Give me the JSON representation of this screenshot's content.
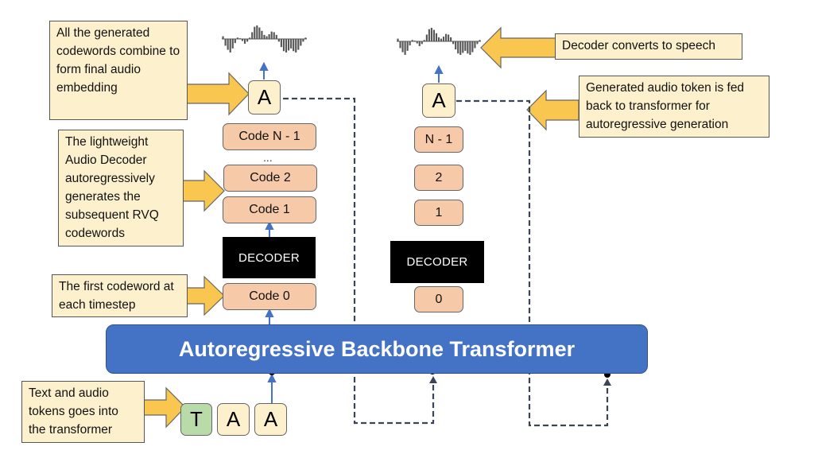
{
  "notes": {
    "combine": "All the generated codewords combine to form final audio embedding",
    "lightweight": "The lightweight Audio Decoder autoregressively generates the subsequent RVQ codewords",
    "first": "The first codeword at each timestep",
    "input": "Text and audio tokens goes into the transformer",
    "speech": "Decoder converts to speech",
    "feedback": "Generated audio token is fed back to transformer for autoregressive generation"
  },
  "left_stack": {
    "audio_token": "A",
    "codes": [
      "Code N - 1",
      "...",
      "Code 2",
      "Code 1"
    ],
    "decoder": "DECODER",
    "code0": "Code 0"
  },
  "right_stack": {
    "audio_token": "A",
    "codes": [
      "N - 1",
      "2",
      "1"
    ],
    "decoder": "DECODER",
    "code0": "0"
  },
  "backbone": "Autoregressive Backbone Transformer",
  "input_tokens": [
    "T",
    "A",
    "A"
  ],
  "colors": {
    "note_bg": "#fdf0cc",
    "code_bg": "#f6c9a8",
    "backbone": "#4472c4",
    "arrow_fill": "#f9c74f",
    "audio_token_bg": "#fdf0cc",
    "text_token_bg": "#b9dbaa",
    "flow_arrow": "#4472c4",
    "dashed_line": "#3a4558"
  }
}
